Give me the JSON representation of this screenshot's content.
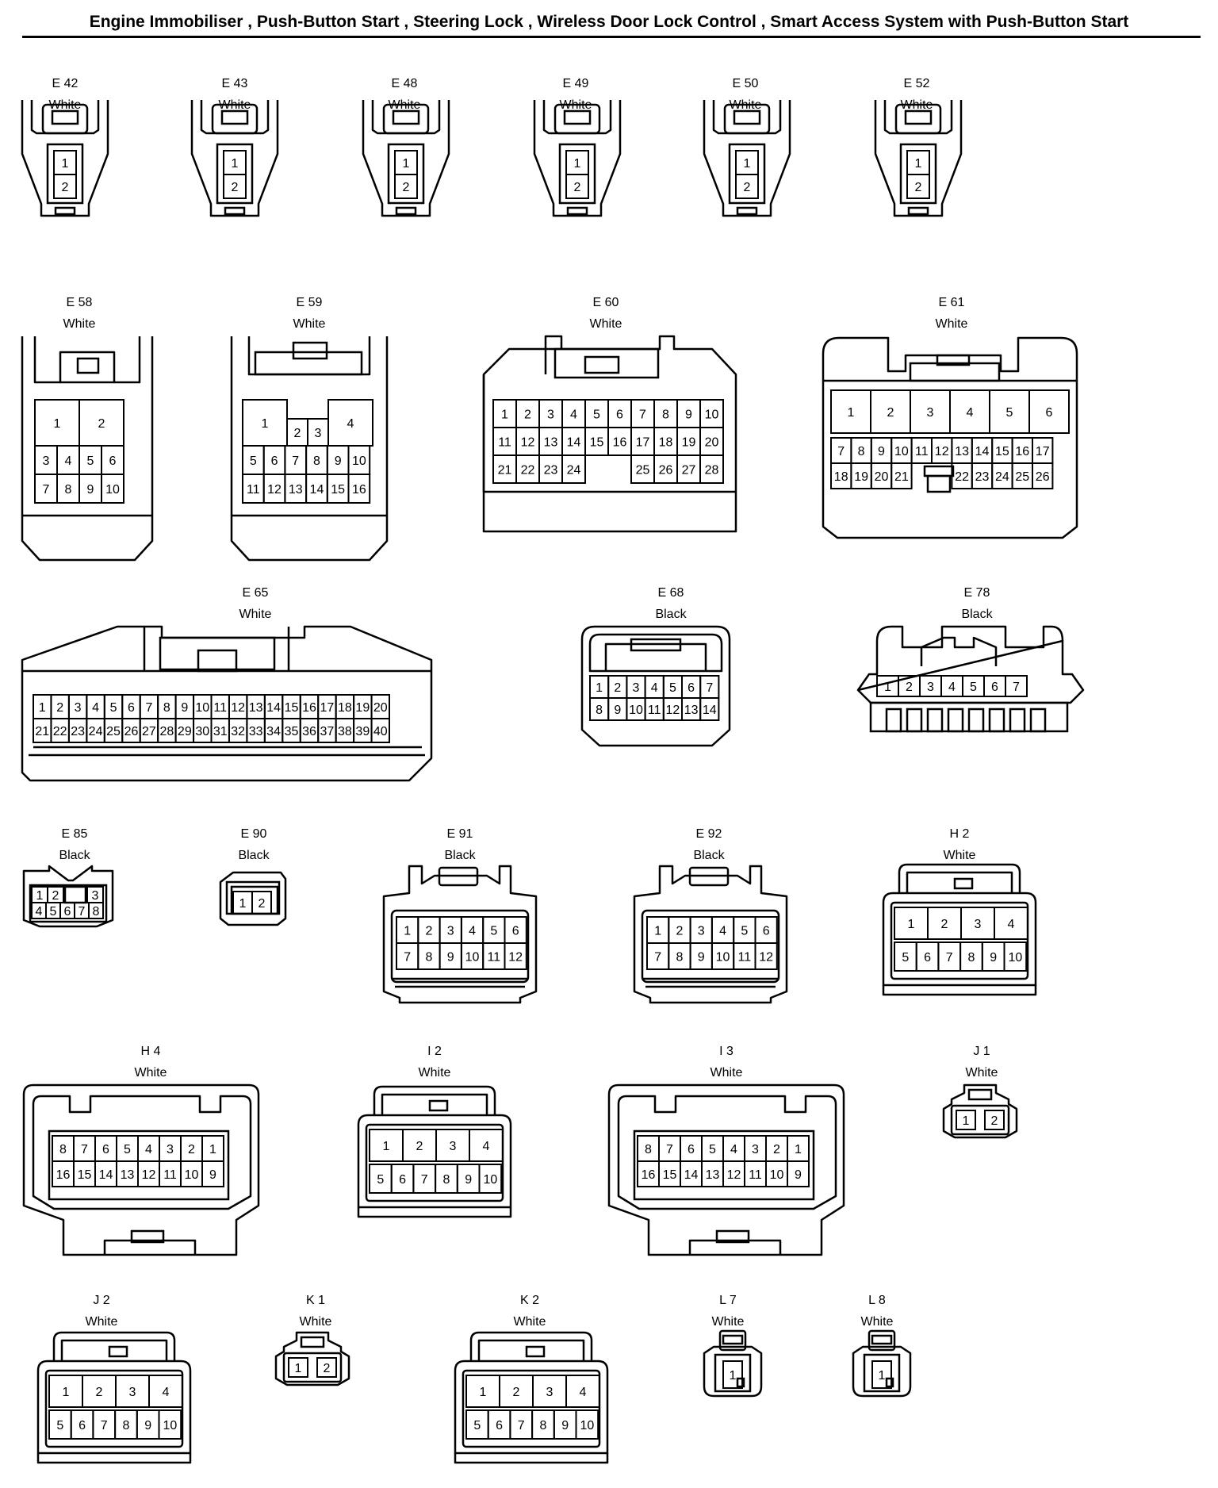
{
  "page": {
    "title": "Engine Immobiliser , Push-Button Start , Steering Lock , Wireless Door Lock Control , Smart Access System with Push-Button Start"
  },
  "connectors": [
    {
      "id": "E 42",
      "color": "White",
      "kind": "pin2"
    },
    {
      "id": "E 43",
      "color": "White",
      "kind": "pin2"
    },
    {
      "id": "E 48",
      "color": "White",
      "kind": "pin2"
    },
    {
      "id": "E 49",
      "color": "White",
      "kind": "pin2"
    },
    {
      "id": "E 50",
      "color": "White",
      "kind": "pin2"
    },
    {
      "id": "E 52",
      "color": "White",
      "kind": "pin2"
    },
    {
      "id": "E 58",
      "color": "White",
      "kind": "e58"
    },
    {
      "id": "E 59",
      "color": "White",
      "kind": "e59"
    },
    {
      "id": "E 60",
      "color": "White",
      "kind": "e60"
    },
    {
      "id": "E 61",
      "color": "White",
      "kind": "e61"
    },
    {
      "id": "E 65",
      "color": "White",
      "kind": "e65"
    },
    {
      "id": "E 68",
      "color": "Black",
      "kind": "e68"
    },
    {
      "id": "E 78",
      "color": "Black",
      "kind": "e78"
    },
    {
      "id": "E 85",
      "color": "Black",
      "kind": "e85"
    },
    {
      "id": "E 90",
      "color": "Black",
      "kind": "e90"
    },
    {
      "id": "E 91",
      "color": "Black",
      "kind": "e91"
    },
    {
      "id": "E 92",
      "color": "Black",
      "kind": "e91"
    },
    {
      "id": "H 2",
      "color": "White",
      "kind": "h2"
    },
    {
      "id": "H 4",
      "color": "White",
      "kind": "h4"
    },
    {
      "id": "I 2",
      "color": "White",
      "kind": "h2"
    },
    {
      "id": "I 3",
      "color": "White",
      "kind": "h4"
    },
    {
      "id": "J 1",
      "color": "White",
      "kind": "j1"
    },
    {
      "id": "J 2",
      "color": "White",
      "kind": "h2"
    },
    {
      "id": "K 1",
      "color": "White",
      "kind": "j1"
    },
    {
      "id": "K 2",
      "color": "White",
      "kind": "h2"
    },
    {
      "id": "L 7",
      "color": "White",
      "kind": "pin1"
    },
    {
      "id": "L 8",
      "color": "White",
      "kind": "pin1"
    }
  ]
}
